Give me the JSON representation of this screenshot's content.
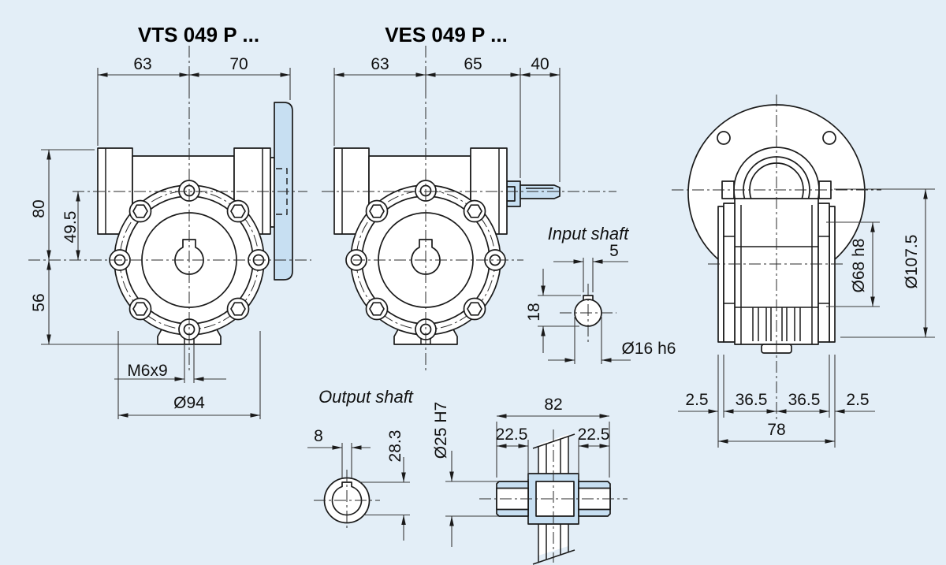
{
  "colors": {
    "background": "#e3eef7",
    "line": "#1a1a1a",
    "highlight": "#c7dff2",
    "dimension": "#3a3a3a"
  },
  "views": {
    "vts_front": {
      "title": "VTS 049 P ...",
      "dims": {
        "top_left": "63",
        "top_right": "70",
        "height_top": "80",
        "worm_to_output": "49.5",
        "height_bottom": "56",
        "tap": "M6x9",
        "bolt_circle": "Ø94"
      }
    },
    "ves_front": {
      "title": "VES 049 P ...",
      "dims": {
        "top_left": "63",
        "top_mid": "65",
        "top_shaft": "40"
      }
    },
    "input_shaft_detail": {
      "label": "Input shaft",
      "dims": {
        "key_width": "5",
        "key_height": "18",
        "diameter": "Ø16 h6"
      }
    },
    "output_shaft_detail": {
      "label": "Output shaft",
      "dims": {
        "key_width": "8",
        "key_height": "28.3",
        "bore": "Ø25 H7"
      }
    },
    "output_shaft_side": {
      "dims": {
        "overall": "82",
        "left_end": "22.5",
        "right_end": "22.5"
      }
    },
    "side_view": {
      "dims": {
        "hub": "Ø68 h8",
        "flange": "Ø107.5",
        "left_plate": "2.5",
        "left_center": "36.5",
        "right_center": "36.5",
        "right_plate": "2.5",
        "overall_width": "78"
      }
    }
  }
}
